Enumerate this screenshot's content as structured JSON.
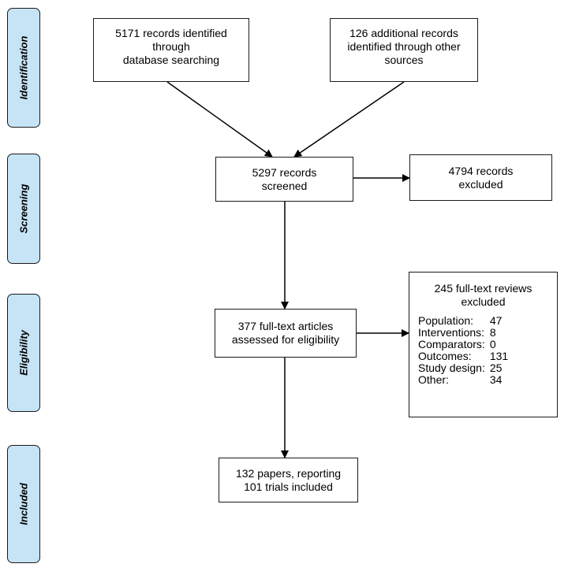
{
  "phases": [
    "Identification",
    "Screening",
    "Eligibility",
    "Included"
  ],
  "boxes": {
    "database": [
      "5171 records identified",
      "through",
      "database searching"
    ],
    "other_sources": [
      "126 additional records",
      "identified through other",
      "sources"
    ],
    "screened": [
      "5297 records",
      "screened"
    ],
    "records_excluded": [
      "4794 records",
      "excluded"
    ],
    "fulltext_assessed": [
      "377 full-text articles",
      "assessed for eligibility"
    ],
    "included": [
      "132 papers, reporting",
      "101 trials included"
    ]
  },
  "fulltext_excluded": {
    "title_lines": [
      "245 full-text reviews",
      "excluded"
    ],
    "reasons": [
      {
        "label": "Population:",
        "count": "47"
      },
      {
        "label": "Interventions:",
        "count": "8"
      },
      {
        "label": "Comparators:",
        "count": "0"
      },
      {
        "label": "Outcomes:",
        "count": "131"
      },
      {
        "label": "Study design:",
        "count": "25"
      },
      {
        "label": "Other:",
        "count": "34"
      }
    ]
  },
  "colors": {
    "phase_fill": "#c6e4f6",
    "border": "#1a1a1a",
    "arrow": "#000000"
  }
}
